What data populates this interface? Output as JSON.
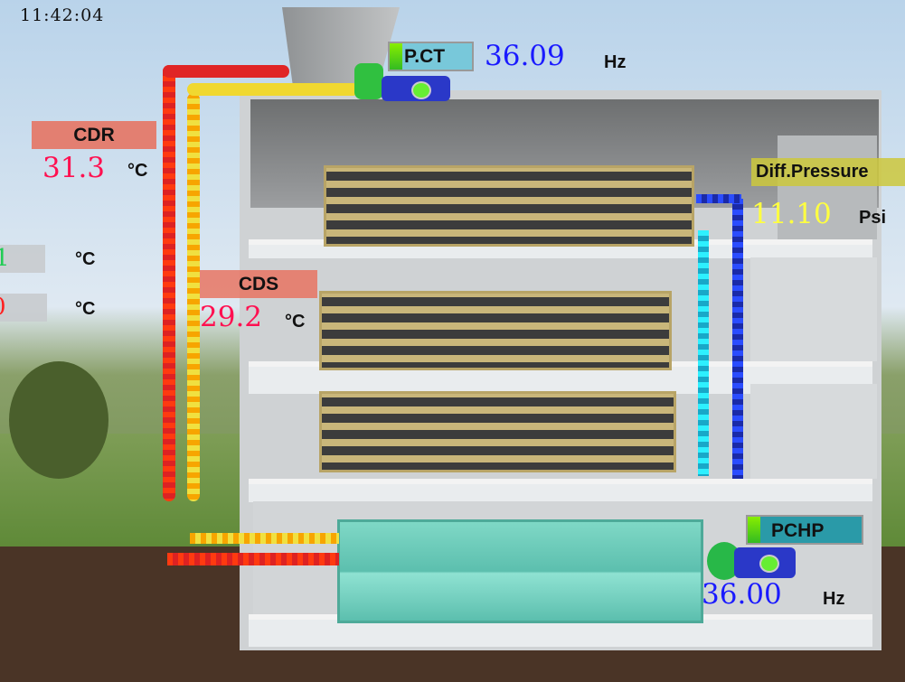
{
  "clock": "11:42:04",
  "pct": {
    "label": "P.CT",
    "value": "36.09",
    "unit": "Hz"
  },
  "cdr": {
    "label": "CDR",
    "value": "31.3",
    "unit": "°C"
  },
  "cds": {
    "label": "CDS",
    "value": "29.2",
    "unit": "°C"
  },
  "left_readings": [
    {
      "value": "1",
      "unit": "°C",
      "color": "#22cc55"
    },
    {
      "value": "0",
      "unit": "°C",
      "color": "#ff2020"
    }
  ],
  "diff_pressure": {
    "label": "Diff.Pressure",
    "value": "11.10",
    "unit": "Psi"
  },
  "pchp": {
    "label": "PCHP",
    "value": "36.00",
    "unit": "Hz"
  },
  "colors": {
    "value_blue": "#1a1aff",
    "value_red": "#ff1050",
    "value_yellow": "#ffff40",
    "status_green": "#66dd22"
  }
}
